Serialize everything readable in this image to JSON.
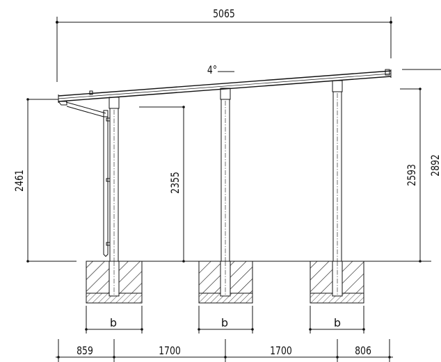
{
  "dimensions": {
    "overall_width": "5065",
    "roof_slope": "4°",
    "left_height": "2461",
    "clearance_height": "2355",
    "right_post_height": "2593",
    "right_total_height": "2892",
    "footing_width": "b",
    "bottom_spans": [
      "859",
      "1700",
      "1700",
      "806"
    ]
  },
  "colors": {
    "line": "#111111",
    "background": "#ffffff"
  }
}
